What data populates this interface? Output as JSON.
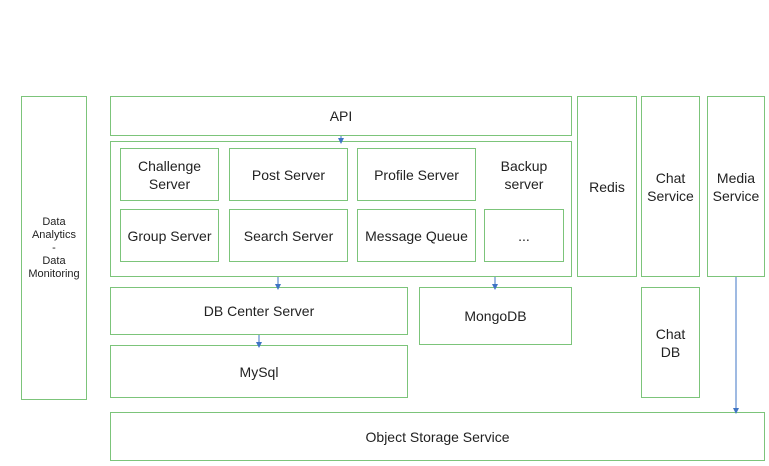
{
  "nodes": {
    "data_monitoring": "Data\nAnalytics\n-\nData\nMonitoring",
    "api": "API",
    "challenge_server": "Challenge\nServer",
    "post_server": "Post Server",
    "profile_server": "Profile Server",
    "backup_server": "Backup\nserver",
    "group_server": "Group Server",
    "search_server": "Search Server",
    "message_queue": "Message Queue",
    "more": "...",
    "redis": "Redis",
    "chat_service": "Chat\nService",
    "media_service": "Media\nService",
    "db_center_server": "DB Center Server",
    "mongodb": "MongoDB",
    "mysql": "MySql",
    "chat_db": "Chat\nDB",
    "object_storage": "Object Storage Service"
  },
  "colors": {
    "border": "#7cc47a",
    "arrow": "#3f74c4"
  }
}
